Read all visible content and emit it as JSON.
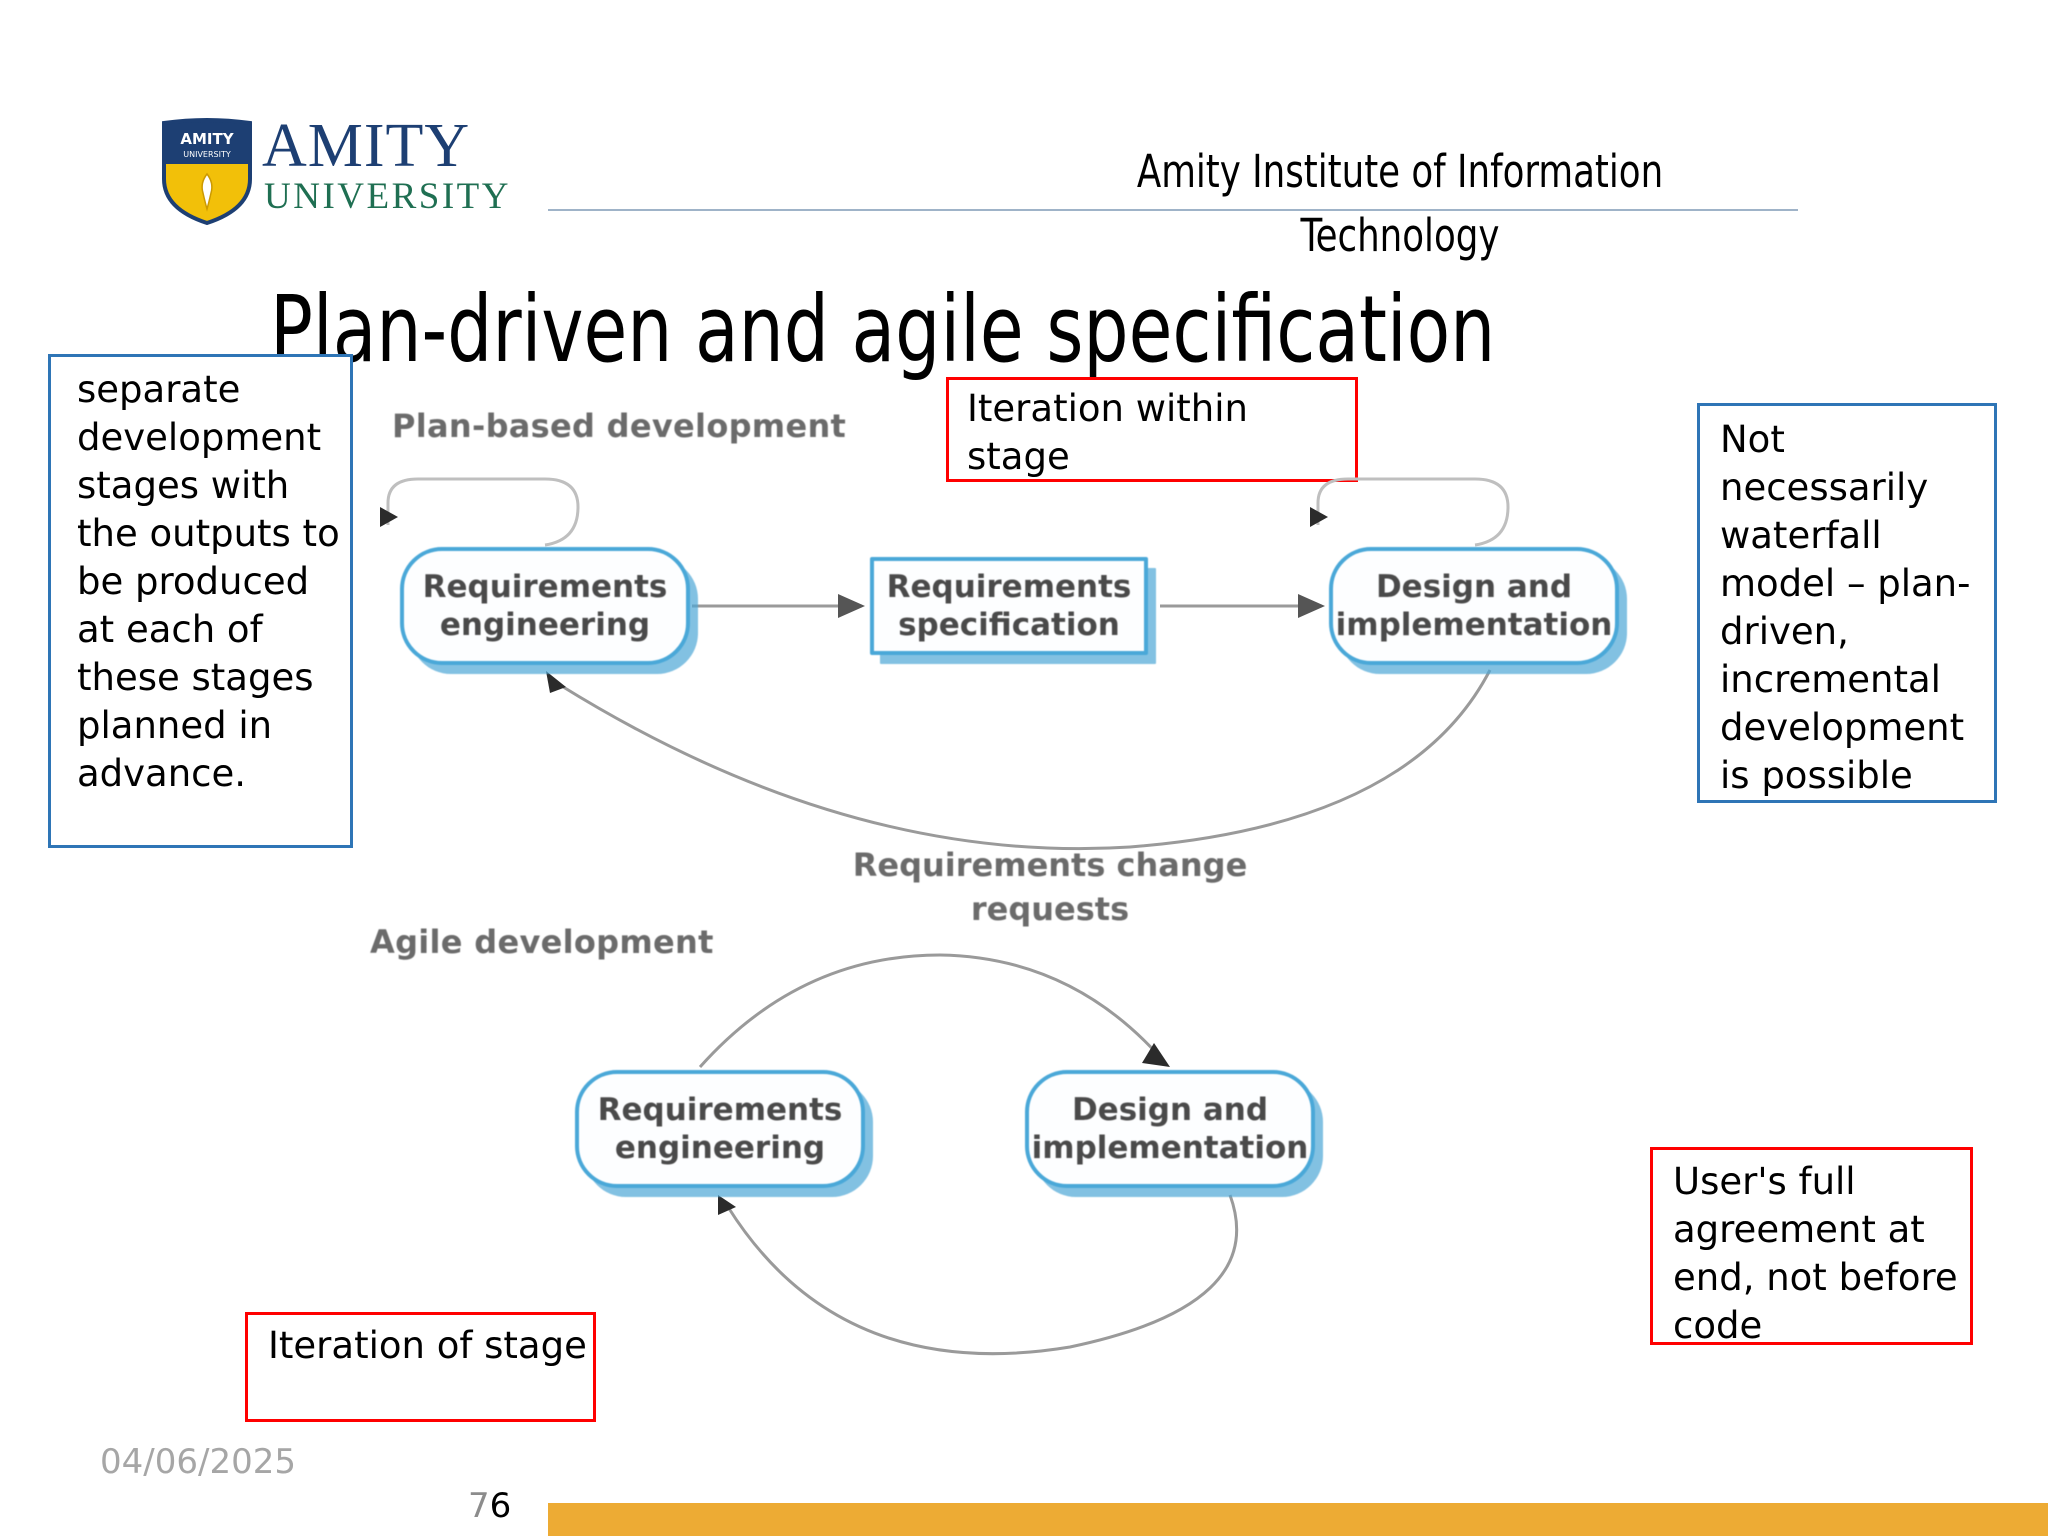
{
  "header": {
    "logo": {
      "shield_top_text": "AMITY",
      "shield_sub_text": "UNIVERSITY",
      "wordmark_primary": "AMITY",
      "wordmark_secondary": "UNIVERSITY",
      "shield_blue": "#1d3f73",
      "shield_gold": "#f2c009"
    },
    "institute_title": "Amity Institute of Information Technology",
    "rule_color": "#9fb3c8"
  },
  "title": "Plan-driven and agile specification",
  "callouts": {
    "left": {
      "text": "separate development stages with the outputs to be produced at each of these stages planned in advance.",
      "border_color": "#2e75b6"
    },
    "right_top": {
      "text": "Not necessarily waterfall model – plan- driven, incremental development is possible",
      "border_color": "#2e75b6"
    },
    "iteration_within": {
      "text": "Iteration within stage",
      "border_color": "#ff0000"
    },
    "iteration_of": {
      "text": "Iteration of stage",
      "border_color": "#ff0000"
    },
    "user_agreement": {
      "text": "User's full agreement at end, not before code",
      "border_color": "#ff0000"
    }
  },
  "diagram": {
    "plan_based": {
      "section_label": "Plan-based development",
      "boxes": [
        {
          "id": "requirements-engineering",
          "label": "Requirements engineering",
          "shape": "rounded"
        },
        {
          "id": "requirements-specification",
          "label": "Requirements specification",
          "shape": "square"
        },
        {
          "id": "design-and-implementation",
          "label": "Design and implementation",
          "shape": "rounded"
        }
      ],
      "feedback_label": "Requirements change requests"
    },
    "agile": {
      "section_label": "Agile development",
      "boxes": [
        {
          "id": "agile-requirements-engineering",
          "label": "Requirements engineering",
          "shape": "rounded"
        },
        {
          "id": "agile-design-and-implementation",
          "label": "Design and implementation",
          "shape": "rounded"
        }
      ]
    },
    "box_border_color": "#4aa8d8",
    "label_color": "#6b6b6b",
    "connector_color": "#9a9a9a"
  },
  "footer": {
    "date": "04/06/2025",
    "page_number_dim": "7",
    "page_number_bold": "6",
    "bar_color": "#edab34"
  }
}
